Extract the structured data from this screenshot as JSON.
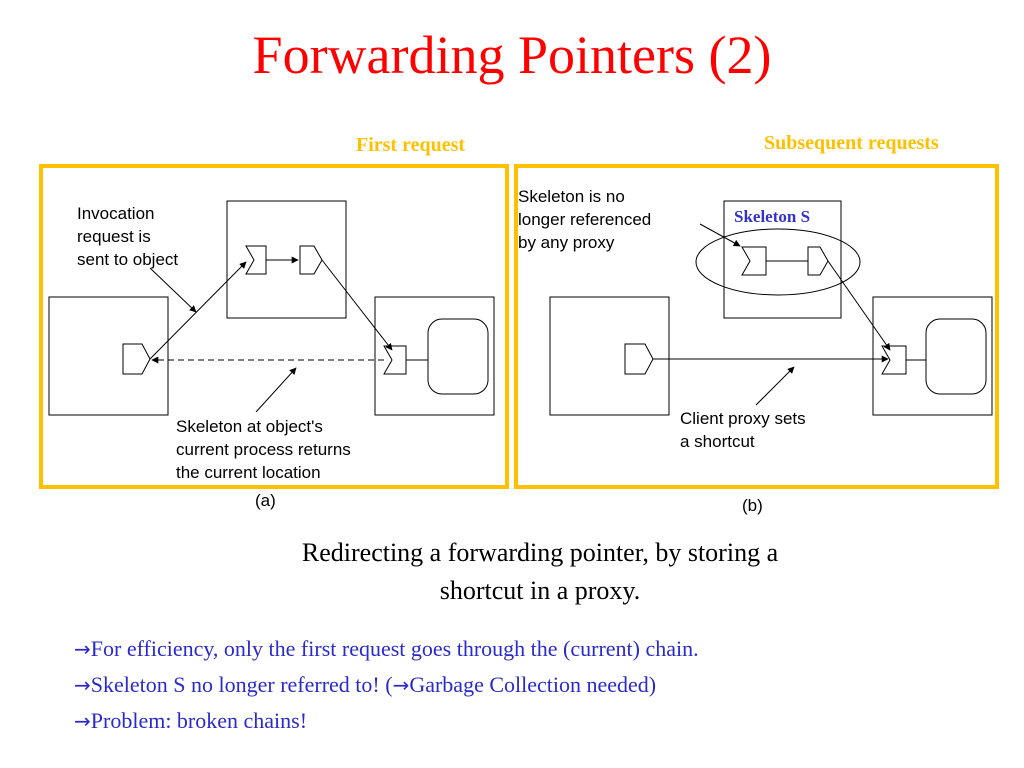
{
  "slide": {
    "title": "Forwarding Pointers (2)",
    "label_first": "First request",
    "label_subsequent": "Subsequent requests",
    "caption_line1": "Redirecting a forwarding pointer, by storing a",
    "caption_line2": "shortcut in a proxy."
  },
  "diagram_a": {
    "text_invocation": [
      "Invocation",
      "request is",
      "sent to object"
    ],
    "text_skeleton": [
      "Skeleton at object's",
      "current process returns",
      "the current location"
    ],
    "label": "(a)"
  },
  "diagram_b": {
    "text_skeleton_no": [
      "Skeleton is no",
      "longer referenced",
      "by any proxy"
    ],
    "skeleton_s": "Skeleton S",
    "text_client": [
      "Client proxy sets",
      "a shortcut"
    ],
    "label": "(b)"
  },
  "bullets": {
    "arrow": "→",
    "items": [
      {
        "text": "For efficiency, only the first request goes through the (current) chain."
      },
      {
        "text": "Skeleton S no longer referred to! (",
        "arrow2": "→",
        "text2": "Garbage Collection needed)"
      },
      {
        "text": "Problem: broken chains!"
      }
    ]
  },
  "colors": {
    "title": "#ff0000",
    "panel_border": "#ffc000",
    "bullet_text": "#2a2acc",
    "skeleton_label": "#3333cc"
  }
}
